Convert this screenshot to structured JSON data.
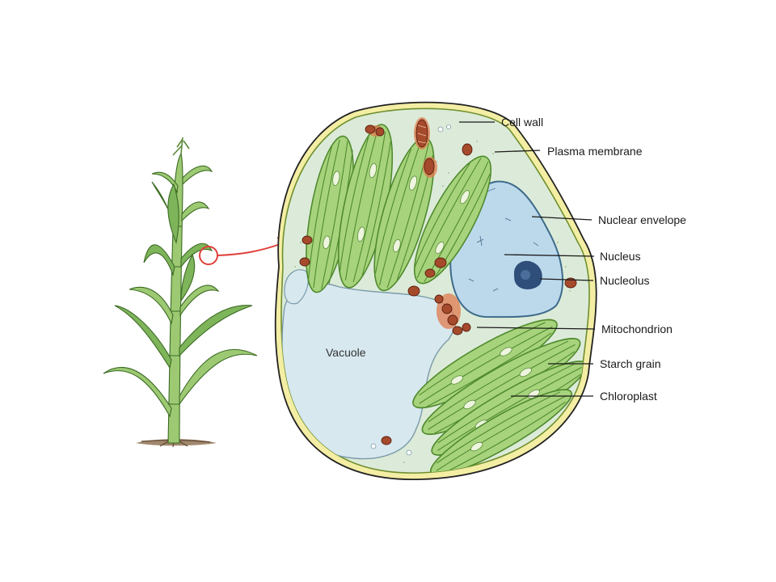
{
  "labels": {
    "cell_wall": "Cell wall",
    "plasma_membrane": "Plasma membrane",
    "nuclear_envelope": "Nuclear envelope",
    "nucleus": "Nucleus",
    "nucleolus": "Nucleolus",
    "mitochondrion": "Mitochondrion",
    "starch_grain": "Starch grain",
    "chloroplast": "Chloroplast",
    "vacuole": "Vacuole"
  },
  "colors": {
    "cell_wall_fill": "#f3eea4",
    "cytoplasm": "#dcebd9",
    "vacuole": "#d7e8ef",
    "nucleus": "#bcd9ec",
    "nucleolus": "#2f4f7a",
    "chloroplast": "#a7d37c",
    "mitochondrion": "#a64a2c",
    "plant_stem": "#9cc972",
    "pointer": "#e0403a"
  },
  "icons": {
    "plant": "corn-plant-icon",
    "magnifier": "zoom-circle-icon"
  }
}
